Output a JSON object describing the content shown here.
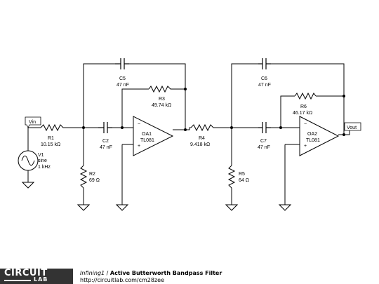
{
  "schematic": {
    "labels": {
      "vin": "Vin",
      "vout": "Vout",
      "v1_name": "V1",
      "v1_type": "sine",
      "v1_freq": "1 kHz",
      "r1_name": "R1",
      "r1_value": "10.15 kΩ",
      "r2_name": "R2",
      "r2_value": "69 Ω",
      "c2_name": "C2",
      "c2_value": "47 nF",
      "c5_name": "C5",
      "c5_value": "47 nF",
      "r3_name": "R3",
      "r3_value": "49.74 kΩ",
      "oa1_name": "OA1",
      "oa1_part": "TL081",
      "r4_name": "R4",
      "r4_value": "9.418 kΩ",
      "r5_name": "R5",
      "r5_value": "64 Ω",
      "c6_name": "C6",
      "c6_value": "47 nF",
      "c7_name": "C7",
      "c7_value": "47 nF",
      "r6_name": "R6",
      "r6_value": "46.17 kΩ",
      "oa2_name": "OA2",
      "oa2_part": "TL081",
      "minus": "−",
      "plus": "+"
    }
  },
  "footer": {
    "logo_top": "CIRCUIT",
    "logo_bottom": "LAB",
    "user": "Infining1",
    "separator": " / ",
    "project": "Active Butterworth Bandpass Filter",
    "url": "http://circuitlab.com/cm28zee"
  }
}
